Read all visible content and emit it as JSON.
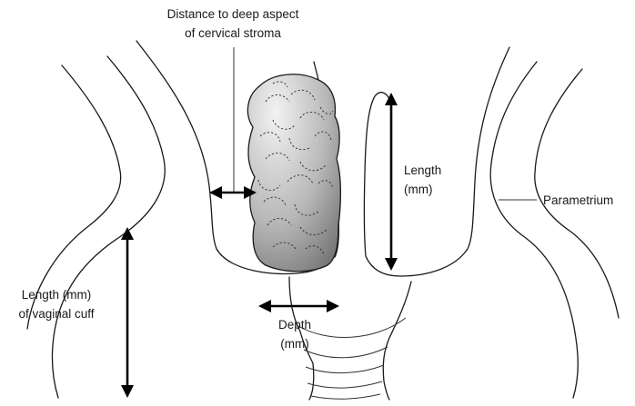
{
  "colors": {
    "line": "#1a1a1a",
    "arrow": "#000000",
    "tumor_light": "#f2f2f2",
    "tumor_dark": "#6e6e6e"
  },
  "icons": {
    "tumor": "tumor-mass-icon",
    "arrows": "double-headed-arrow-icon"
  },
  "labels": {
    "stroma_line1": "Distance to deep aspect",
    "stroma_line2": "of cervical stroma",
    "length_line1": "Length",
    "length_line2": "(mm)",
    "parametrium": "Parametrium",
    "vaginal_line1": "Length (mm)",
    "vaginal_line2": "of vaginal cuff",
    "depth_line1": "Depth",
    "depth_line2": "(mm)"
  }
}
